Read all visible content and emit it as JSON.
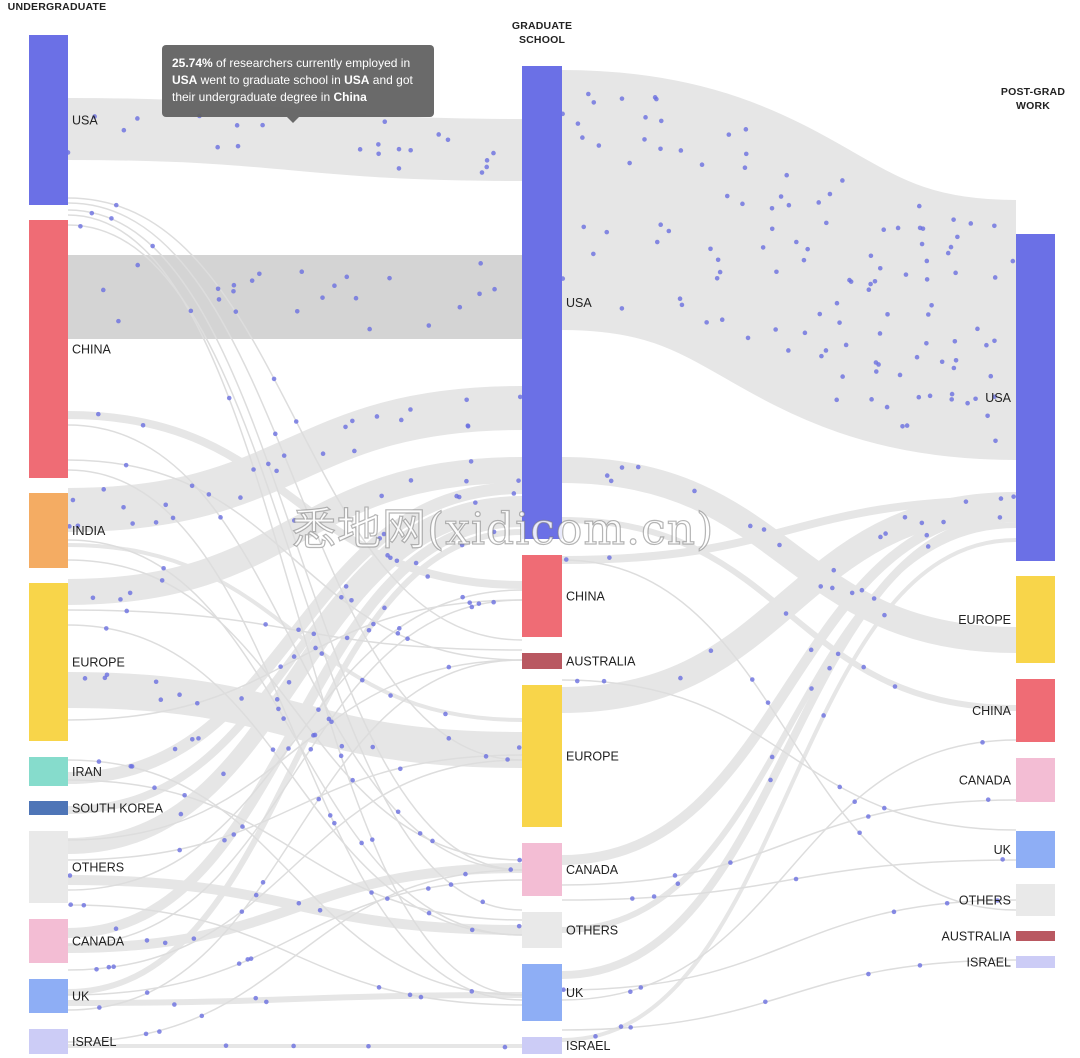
{
  "chart_data": {
    "type": "sankey",
    "columns": [
      {
        "id": "undergrad",
        "title_lines": [
          "UNDERGRADUATE"
        ]
      },
      {
        "id": "grad",
        "title_lines": [
          "GRADUATE",
          "SCHOOL"
        ]
      },
      {
        "id": "post",
        "title_lines": [
          "POST-GRAD",
          "WORK"
        ]
      }
    ],
    "nodes": {
      "undergrad": [
        {
          "label": "USA",
          "color": "#6b70e6"
        },
        {
          "label": "CHINA",
          "color": "#ef6c75"
        },
        {
          "label": "INDIA",
          "color": "#f4ac63"
        },
        {
          "label": "EUROPE",
          "color": "#f8d54a"
        },
        {
          "label": "IRAN",
          "color": "#86dccc"
        },
        {
          "label": "SOUTH KOREA",
          "color": "#4e75b7"
        },
        {
          "label": "OTHERS",
          "color": "#e9e9e9"
        },
        {
          "label": "CANADA",
          "color": "#f3bdd4"
        },
        {
          "label": "UK",
          "color": "#8eaef5"
        },
        {
          "label": "ISRAEL",
          "color": "#ccccf6"
        }
      ],
      "grad": [
        {
          "label": "USA",
          "color": "#6b70e6"
        },
        {
          "label": "CHINA",
          "color": "#ef6c75"
        },
        {
          "label": "AUSTRALIA",
          "color": "#b95861"
        },
        {
          "label": "EUROPE",
          "color": "#f8d54a"
        },
        {
          "label": "CANADA",
          "color": "#f3bdd4"
        },
        {
          "label": "OTHERS",
          "color": "#e9e9e9"
        },
        {
          "label": "UK",
          "color": "#8eaef5"
        },
        {
          "label": "ISRAEL",
          "color": "#ccccf6"
        }
      ],
      "post": [
        {
          "label": "USA",
          "color": "#6b70e6"
        },
        {
          "label": "EUROPE",
          "color": "#f8d54a"
        },
        {
          "label": "CHINA",
          "color": "#ef6c75"
        },
        {
          "label": "CANADA",
          "color": "#f3bdd4"
        },
        {
          "label": "UK",
          "color": "#8eaef5"
        },
        {
          "label": "OTHERS",
          "color": "#e9e9e9"
        },
        {
          "label": "AUSTRALIA",
          "color": "#b95861"
        },
        {
          "label": "ISRAEL",
          "color": "#ccccf6"
        }
      ]
    },
    "highlighted_flow": {
      "source": "CHINA",
      "target": "USA",
      "percent": 25.74
    },
    "tooltip": {
      "pct": "25.74%",
      "t1": " of researchers currently employed in ",
      "country1": "USA",
      "t2": " went to graduate school in ",
      "country2": "USA",
      "t3": " and got their undergraduate degree in ",
      "country3": "China"
    },
    "colors": {
      "flow": "#e6e6e6",
      "flow_highlight": "#d4d4d4",
      "line": "#dddddd",
      "dot": "#6a6fe0"
    }
  },
  "watermark": "悉地网(xidicom.cn)"
}
